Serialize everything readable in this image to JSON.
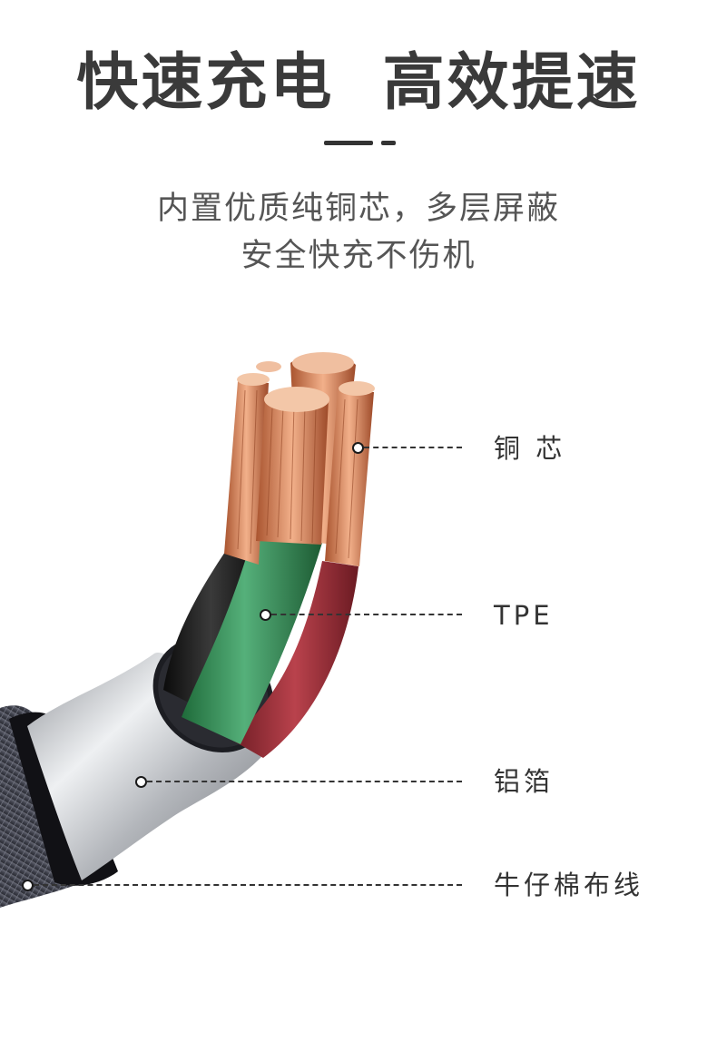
{
  "header": {
    "title": "快速充电  高效提速",
    "subtitle_line1": "内置优质纯铜芯，多层屏蔽",
    "subtitle_line2": "安全快充不伤机"
  },
  "layers": [
    {
      "label": "铜 芯"
    },
    {
      "label": "TPE"
    },
    {
      "label": "铝箔"
    },
    {
      "label": "牛仔棉布线"
    }
  ],
  "colors": {
    "copper": "#d9875a",
    "green_wire": "#3f9a5e",
    "red_wire": "#a8353e",
    "black_wire": "#1b1b1b",
    "aluminum_foil": "#c9cbcf",
    "denim_braid": "#4a4c58"
  }
}
